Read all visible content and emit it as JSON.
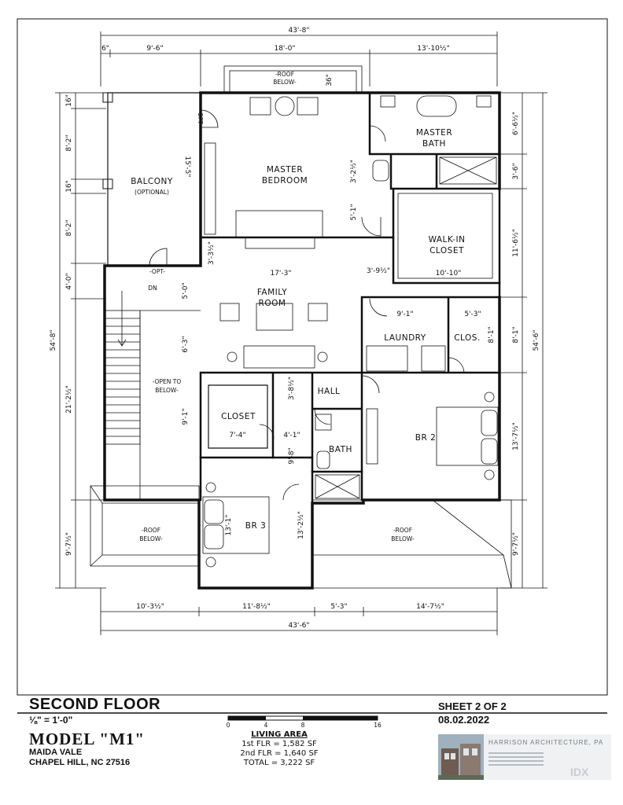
{
  "sheet": {
    "title": "SECOND FLOOR",
    "scale": "⅛\" = 1'-0\"",
    "model": "MODEL \"M1\"",
    "subdivision": "MAIDA VALE",
    "location": "CHAPEL HILL, NC  27516",
    "sheet_number": "SHEET 2 OF 2",
    "date": "08.02.2022"
  },
  "scale_bar": {
    "ticks": [
      "0",
      "4",
      "8",
      "16"
    ]
  },
  "living_area": {
    "heading": "LIVING AREA",
    "first_floor": "1st FLR = 1,582 SF",
    "second_floor": "2nd FLR = 1,640 SF",
    "total": "TOTAL = 3,222 SF"
  },
  "logo": {
    "firm": "HARRISON ARCHITECTURE, PA",
    "watermark": "IDX"
  },
  "rooms": {
    "balcony": "BALCONY",
    "balcony_note": "(OPTIONAL)",
    "master_bedroom_1": "MASTER",
    "master_bedroom_2": "BEDROOM",
    "master_bath_1": "MASTER",
    "master_bath_2": "BATH",
    "walkin_1": "WALK-IN",
    "walkin_2": "CLOSET",
    "family_1": "FAMILY",
    "family_2": "ROOM",
    "laundry": "LAUNDRY",
    "clos": "CLOS.",
    "hall": "HALL",
    "closet": "CLOSET",
    "bath": "BATH",
    "br2": "BR 2",
    "br3": "BR 3",
    "open_to_1": "-OPEN TO",
    "open_to_2": "BELOW-",
    "roof_top_1": "-ROOF",
    "roof_top_2": "BELOW-",
    "roof_left_1": "-ROOF",
    "roof_left_2": "BELOW-",
    "roof_right_1": "-ROOF",
    "roof_right_2": "BELOW-",
    "dn": "DN",
    "opt_top": "-OPT-",
    "opt_side": "-OPT-"
  },
  "dims": {
    "overall_top": "43'-8\"",
    "top_6": "6\"",
    "top_96": "9'-6\"",
    "top_180": "18'-0\"",
    "top_1310": "13'-10½\"",
    "roof_36": "36\"",
    "overall_bottom": "43'-6\"",
    "bot_1031": "10'-3½\"",
    "bot_1182": "11'-8½\"",
    "bot_53": "5'-3\"",
    "bot_1471": "14'-7½\"",
    "left_16a": "16\"",
    "left_82a": "8'-2\"",
    "left_16b": "16\"",
    "left_82b": "8'-2\"",
    "left_40": "4'-0\"",
    "left_2122": "21'-2½\"",
    "left_971": "9'-7½\"",
    "left_548": "54'-8\"",
    "right_661": "6'-6½\"",
    "right_36": "3'-6\"",
    "right_1161": "11'-6½\"",
    "right_81": "8'-1\"",
    "right_1371": "13'-7½\"",
    "right_971": "9'-7½\"",
    "right_546": "54'-6\"",
    "d_1553": "15'-5\"",
    "d_3221": "3'-2½\"",
    "d_51": "5'-1\"",
    "d_3351": "3'-3½\"",
    "d_173": "17'-3\"",
    "d_3991": "3'-9½\"",
    "d_1010": "10'-10\"",
    "d_50": "5'-0\"",
    "d_63": "6'-3\"",
    "d_91": "9'-1\"",
    "d_91b": "9'-1\"",
    "d_53b": "5'-3\"",
    "d_81b": "8'-1\"",
    "d_3821": "3'-8½\"",
    "d_74": "7'-4\"",
    "d_41": "4'-1\"",
    "d_98": "9'-8\"",
    "d_1321": "13'-2½\"",
    "d_1311": "13'-1\""
  }
}
